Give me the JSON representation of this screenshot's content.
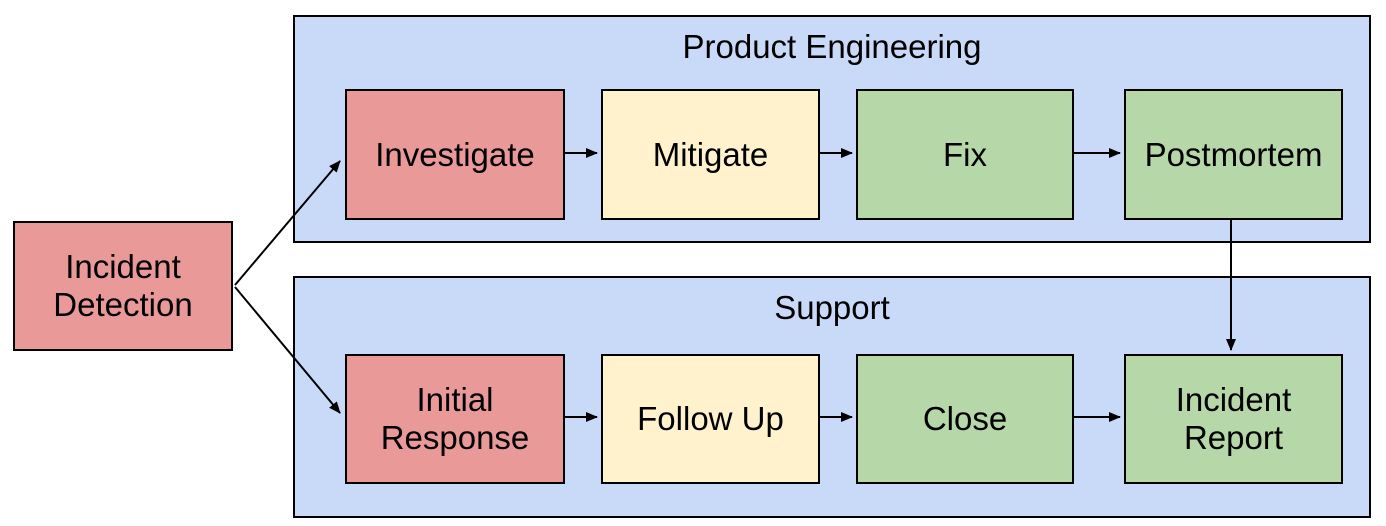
{
  "colors": {
    "background": "#ffffff",
    "lane_fill": "#c9daf8",
    "node_red": "#ea9999",
    "node_yellow": "#fff2cc",
    "node_green": "#b6d7a8",
    "border": "#000000",
    "arrow": "#000000",
    "text": "#000000"
  },
  "start_node": {
    "label": "Incident\nDetection",
    "fill": "#ea9999"
  },
  "lanes": [
    {
      "label": "Product Engineering",
      "fill": "#c9daf8",
      "boxes": [
        {
          "label": "Investigate",
          "fill": "#ea9999"
        },
        {
          "label": "Mitigate",
          "fill": "#fff2cc"
        },
        {
          "label": "Fix",
          "fill": "#b6d7a8"
        },
        {
          "label": "Postmortem",
          "fill": "#b6d7a8"
        }
      ]
    },
    {
      "label": "Support",
      "fill": "#c9daf8",
      "boxes": [
        {
          "label": "Initial\nResponse",
          "fill": "#ea9999"
        },
        {
          "label": "Follow Up",
          "fill": "#fff2cc"
        },
        {
          "label": "Close",
          "fill": "#b6d7a8"
        },
        {
          "label": "Incident\nReport",
          "fill": "#b6d7a8"
        }
      ]
    }
  ],
  "edges": [
    {
      "from": "Incident Detection",
      "to": "Investigate"
    },
    {
      "from": "Incident Detection",
      "to": "Initial Response"
    },
    {
      "from": "Investigate",
      "to": "Mitigate"
    },
    {
      "from": "Mitigate",
      "to": "Fix"
    },
    {
      "from": "Fix",
      "to": "Postmortem"
    },
    {
      "from": "Postmortem",
      "to": "Incident Report"
    },
    {
      "from": "Initial Response",
      "to": "Follow Up"
    },
    {
      "from": "Follow Up",
      "to": "Close"
    },
    {
      "from": "Close",
      "to": "Incident Report"
    }
  ]
}
